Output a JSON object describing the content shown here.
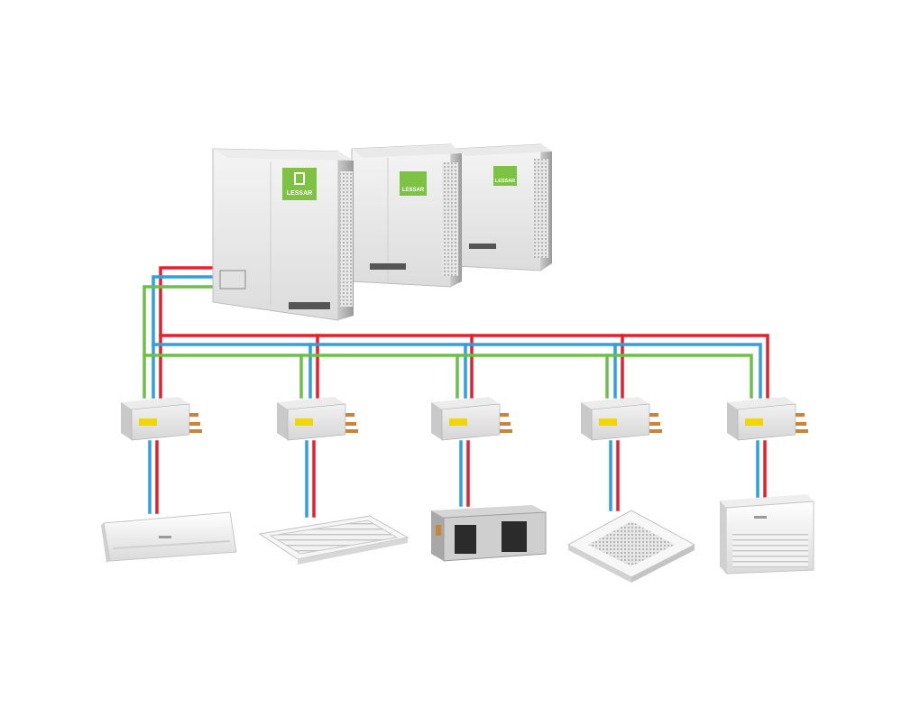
{
  "brand": {
    "name": "LESSAR",
    "accent": "#7dc242"
  },
  "pipe_colors": {
    "hot": "#e5202e",
    "cold": "#2e9fe0",
    "bus": "#6cc04a"
  },
  "outdoor_units": [
    {
      "id": "ou-1",
      "logo": "LESSAR"
    },
    {
      "id": "ou-2",
      "logo": "LESSAR"
    },
    {
      "id": "ou-3",
      "logo": "LESSAR"
    }
  ],
  "distribution_boxes": [
    {
      "id": "db-1"
    },
    {
      "id": "db-2"
    },
    {
      "id": "db-3"
    },
    {
      "id": "db-4"
    },
    {
      "id": "db-5"
    }
  ],
  "indoor_units": [
    {
      "id": "iu-1",
      "kind": "wall-mounted"
    },
    {
      "id": "iu-2",
      "kind": "one-way-cassette"
    },
    {
      "id": "iu-3",
      "kind": "ducted"
    },
    {
      "id": "iu-4",
      "kind": "four-way-cassette"
    },
    {
      "id": "iu-5",
      "kind": "floor-ceiling"
    }
  ]
}
